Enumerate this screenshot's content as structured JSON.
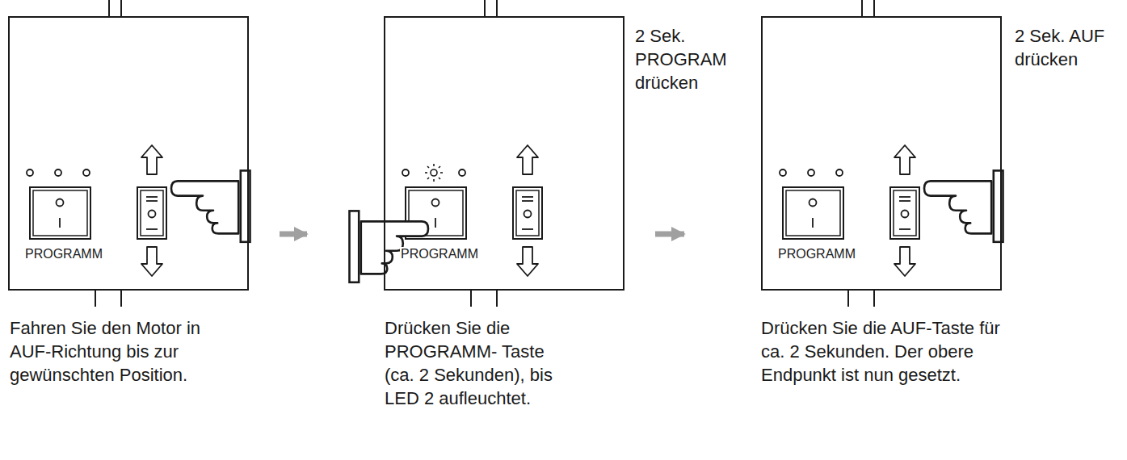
{
  "diagram": {
    "nodes": [
      {
        "text": [
          "PROGRAMM"
        ]
      },
      {
        "text": [
          "PROGRAMM"
        ]
      },
      {
        "text": [
          "PROGRAMM"
        ]
      }
    ],
    "edges": [
      {
        "from": 0,
        "to": 1,
        "arrow": "to"
      },
      {
        "from": 1,
        "to": 2,
        "arrow": "to"
      }
    ],
    "labels": [
      "Fahren Sie den Motor in AUF-Richtung bis zur gewünschten Position.",
      "2 Sek. PROGRAM drücken",
      "Drücken Sie die PROGRAMM- Taste (ca. 2 Sekunden), bis LED 2 aufleuchtet.",
      "2 Sek. AUF drücken",
      "Drücken Sie die AUF-Taste für ca. 2 Sekunden. Der obere Endpunkt ist nun gesetzt."
    ]
  }
}
